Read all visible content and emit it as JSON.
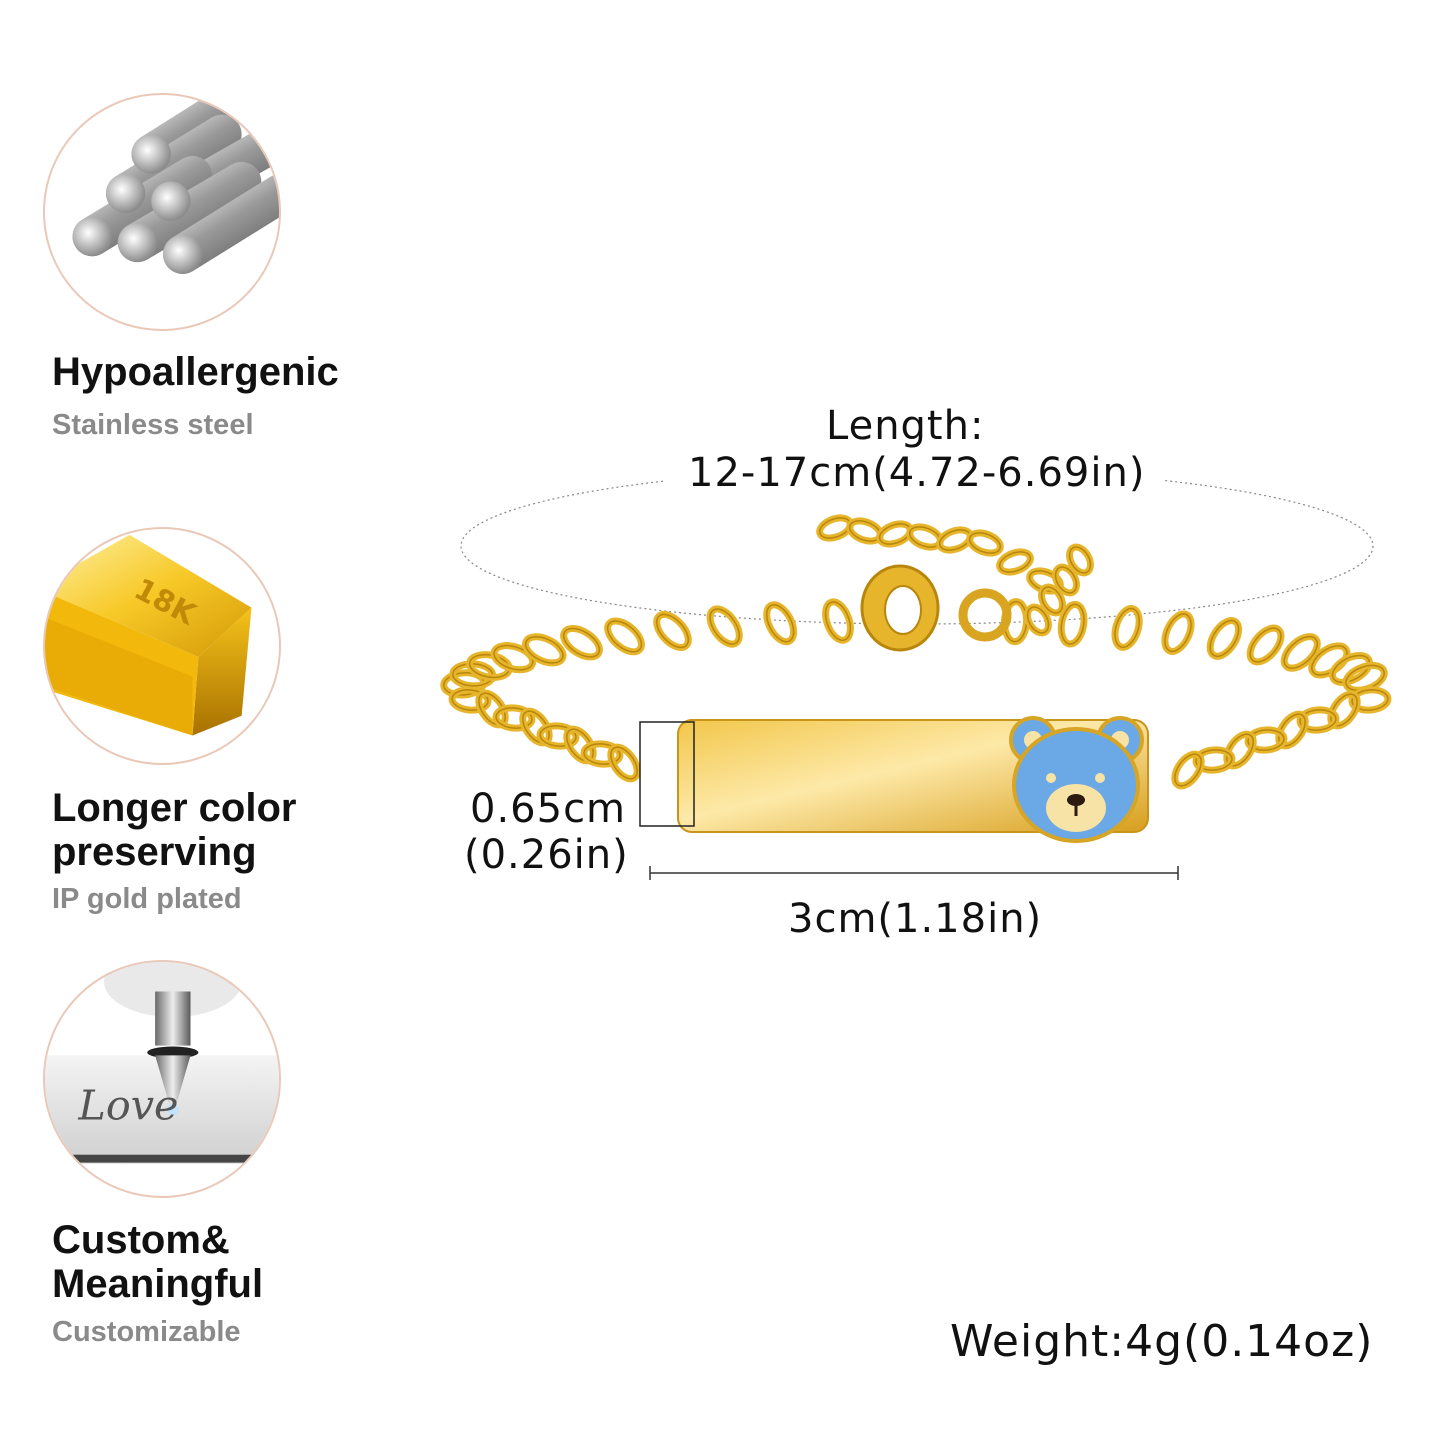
{
  "features": [
    {
      "title_lines": [
        "Hypoallergenic"
      ],
      "subtitle": "Stainless steel",
      "icon": "steel-rods-icon"
    },
    {
      "title_lines": [
        "Longer color",
        "preserving"
      ],
      "subtitle": "IP gold plated",
      "icon": "gold-bar-icon",
      "badge": "18K"
    },
    {
      "title_lines": [
        "Custom&",
        "Meaningful"
      ],
      "subtitle": "Customizable",
      "icon": "engraving-tool-icon",
      "engraved_text": "Love"
    }
  ],
  "dimensions": {
    "length_label": "Length:",
    "length_value": "12-17cm(4.72-6.69in)",
    "height_cm": "0.65cm",
    "height_in": "(0.26in)",
    "width_value": "3cm(1.18in)",
    "weight": "Weight:4g(0.14oz)"
  },
  "colors": {
    "gold": "#e6b52c",
    "gold_dark": "#b8860b",
    "bear_blue": "#6aa8e6",
    "circle_border": "#e9c8b8",
    "subtitle_gray": "#8a8a8a"
  }
}
